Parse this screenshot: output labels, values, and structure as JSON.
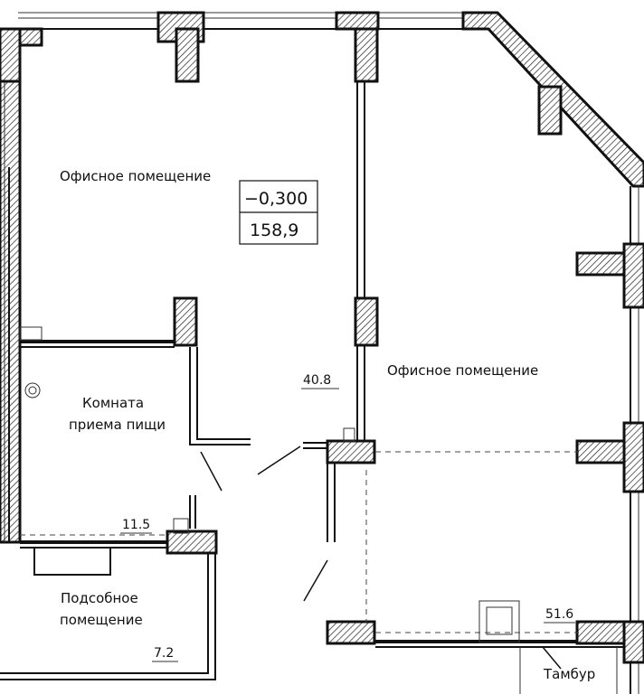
{
  "rooms": [
    {
      "name": "Офисное помещение"
    },
    {
      "name": "Офисное помещение"
    },
    {
      "name_line1": "Комната",
      "name_line2": "приема пищи"
    },
    {
      "name_line1": "Подсобное",
      "name_line2": "помещение"
    },
    {
      "name": "Тамбур"
    }
  ],
  "areas": [
    "40.8",
    "11.5",
    "7.2",
    "51.6"
  ],
  "level_mark": {
    "elevation": "−0,300",
    "total_area": "158,9"
  }
}
